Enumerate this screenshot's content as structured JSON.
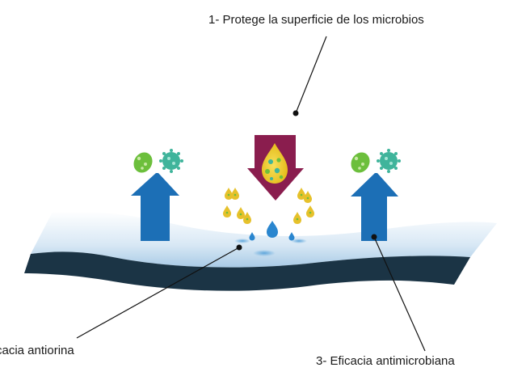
{
  "labels": {
    "protege": "1- Protege la superficie de los microbios",
    "antiorina": "cacia antiorina",
    "antimicrobiana": "3- Eficacia antimicrobiana"
  },
  "colors": {
    "background": "#ffffff",
    "surface_top": "#c6dff1",
    "surface_band": "#1b3445",
    "blue_arrow": "#1c6fb6",
    "magenta_arrow": "#8a1d4e",
    "microbe_green": "#6cbf3c",
    "microbe_teal": "#3fb49b",
    "droplet_yellow": "#f3d21c",
    "droplet_blue": "#2a86cf",
    "text": "#1a1a1a"
  },
  "icons": {
    "microbe_left_pair": "microbe-icons",
    "microbe_right_pair": "microbe-icons",
    "down_arrow": "magenta-down-arrow-with-droplet",
    "up_arrows": "blue-up-arrow"
  }
}
